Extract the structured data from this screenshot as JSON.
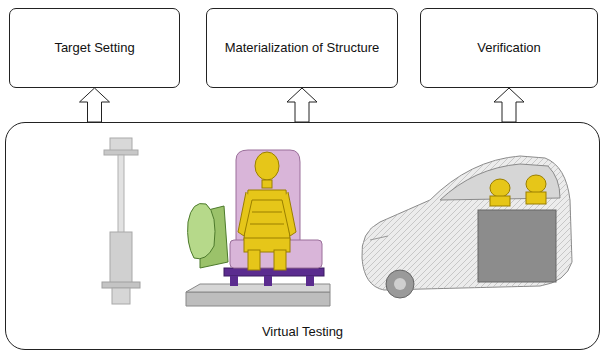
{
  "diagram": {
    "nodes": [
      {
        "text": [
          "Target Setting"
        ]
      },
      {
        "text": [
          "Materialization of Structure"
        ]
      },
      {
        "text": [
          "Verification"
        ]
      },
      {
        "text": [
          "Virtual Testing"
        ]
      }
    ],
    "edges": [
      {
        "from": 3,
        "to": 0,
        "arrow": "to"
      },
      {
        "from": 3,
        "to": 1,
        "arrow": "to"
      },
      {
        "from": 3,
        "to": 2,
        "arrow": "to"
      }
    ]
  }
}
